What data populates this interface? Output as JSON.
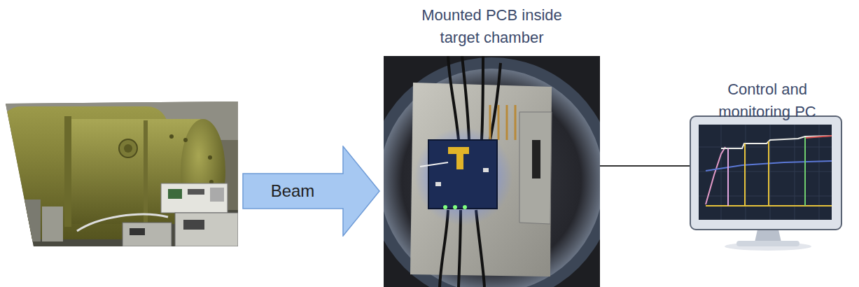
{
  "diagram": {
    "nodes": [
      {
        "text": [
          "Beam"
        ]
      },
      {
        "text": [
          "Mounted PCB inside target chamber"
        ]
      },
      {
        "text": [
          "Control and monitoring PC"
        ]
      }
    ],
    "edges": [
      {
        "from": 1,
        "to": 2,
        "arrow": "none"
      }
    ]
  }
}
